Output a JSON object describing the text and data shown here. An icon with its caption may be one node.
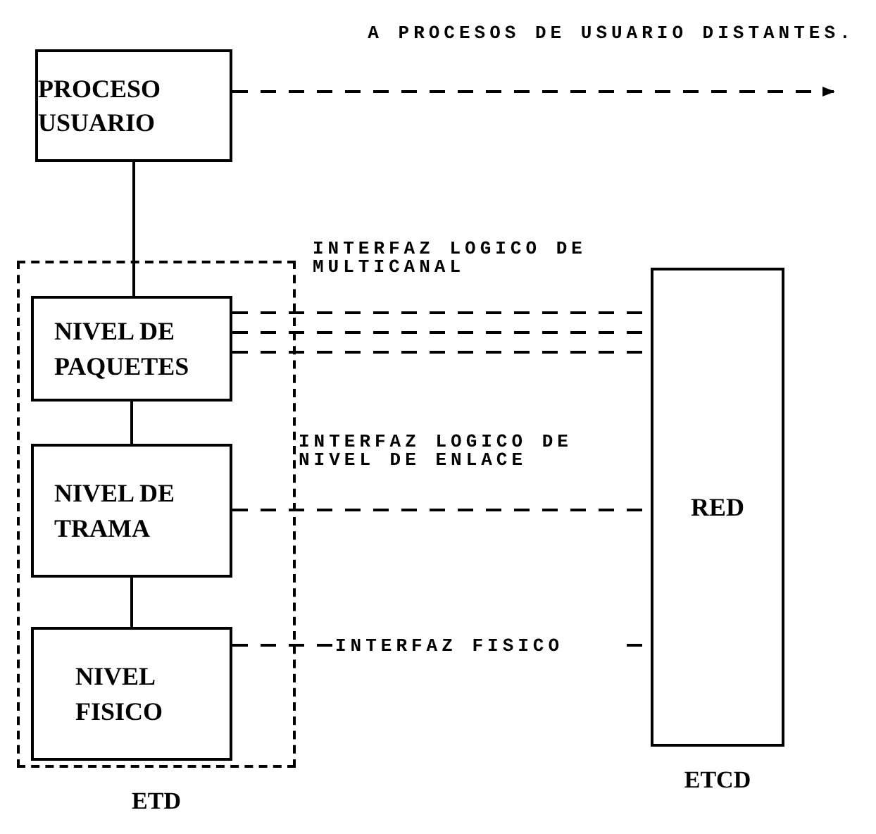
{
  "diagram": {
    "nodes": [
      {
        "text": [
          "PROCESO USUARIO"
        ]
      },
      {
        "text": [
          "ETD"
        ]
      },
      {
        "text": [
          "NIVEL DE PAQUETES"
        ],
        "in": 1
      },
      {
        "text": [
          "NIVEL DE TRAMA"
        ],
        "in": 1
      },
      {
        "text": [
          "NIVEL FISICO"
        ],
        "in": 1
      },
      {
        "text": [
          "RED"
        ],
        "beside": [
          "ETCD"
        ]
      }
    ],
    "edges": [
      {
        "from": 0,
        "to": 2,
        "arrow": "none"
      },
      {
        "from": 2,
        "to": 3,
        "arrow": "none"
      },
      {
        "from": 3,
        "to": 4,
        "arrow": "none"
      },
      {
        "from": 0,
        "to": null,
        "arrow": "to",
        "style": "dashed",
        "label": "A PROCESOS DE USUARIO DISTANTES."
      },
      {
        "from": 2,
        "to": 5,
        "arrow": "none",
        "style": "dashed",
        "label": "INTERFAZ LOGICO DE MULTICANAL"
      },
      {
        "from": 2,
        "to": 5,
        "arrow": "none",
        "style": "dashed"
      },
      {
        "from": 2,
        "to": 5,
        "arrow": "none",
        "style": "dashed"
      },
      {
        "from": 3,
        "to": 5,
        "arrow": "none",
        "style": "dashed",
        "label": "INTERFAZ LOGICO DE NIVEL DE ENLACE"
      },
      {
        "from": 4,
        "to": 5,
        "arrow": "none",
        "style": "dashed",
        "label": "INTERFAZ FISICO"
      }
    ]
  }
}
